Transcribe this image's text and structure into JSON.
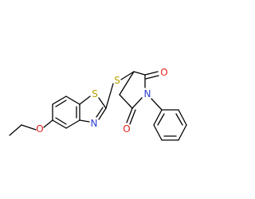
{
  "molecule": {
    "atoms": {
      "s_ring": "S",
      "n_ring": "N",
      "s_thioether": "S",
      "o_ether": "O",
      "o_carbonyl_top": "O",
      "o_carbonyl_bottom": "O",
      "n_imide": "N"
    }
  },
  "colors": {
    "bond": "#000000",
    "S": "#b8a000",
    "N": "#2b3fd6",
    "O": "#e2231a",
    "background": "#ffffff"
  }
}
